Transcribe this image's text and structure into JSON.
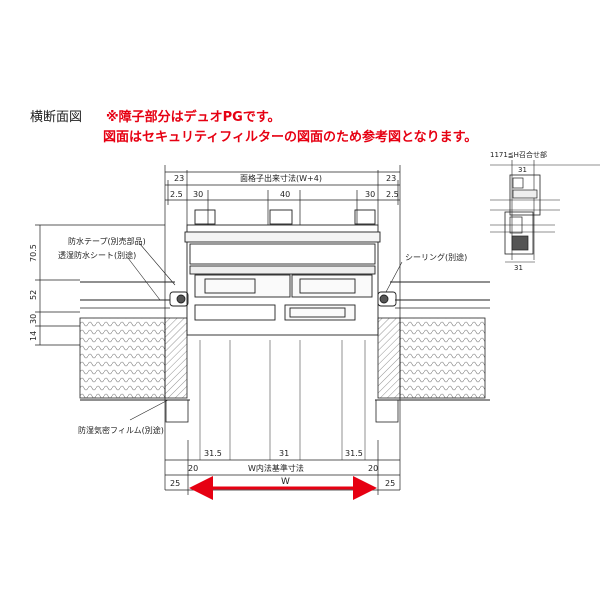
{
  "header": {
    "title": "横断面図",
    "note_line1": "※障子部分はデュオPGです。",
    "note_line2": "図面はセキュリティフィルターの図面のため参考図となります。"
  },
  "labels": {
    "top_overall": "面格子出来寸法(W+4)",
    "waterproof_tape": "防水テープ(別売部品)",
    "breathable_sheet": "透湿防水シート(別途)",
    "sealing": "シーリング(別途)",
    "vapor_film": "防湿気密フィルム(別途)",
    "inner_dim": "W内法基準寸法",
    "w_label": "W",
    "inset_caption": "1171≦H召合せ部"
  },
  "dims": {
    "top_left_23": "23",
    "top_right_23": "23",
    "top_left_25": "2.5",
    "top_right_25": "2.5",
    "top_30_left": "30",
    "top_40": "40",
    "top_30_right": "30",
    "v_705": "70.5",
    "v_52": "52",
    "v_30": "30",
    "v_14": "14",
    "b_315_left": "31.5",
    "b_31": "31",
    "b_315_right": "31.5",
    "b_20_left": "20",
    "b_20_right": "20",
    "b_25_left": "25",
    "b_25_right": "25",
    "inset_31_top": "31",
    "inset_31_bottom": "31"
  },
  "colors": {
    "accent_red": "#e60012",
    "line": "#222222",
    "wood_hatch": "#555555"
  }
}
